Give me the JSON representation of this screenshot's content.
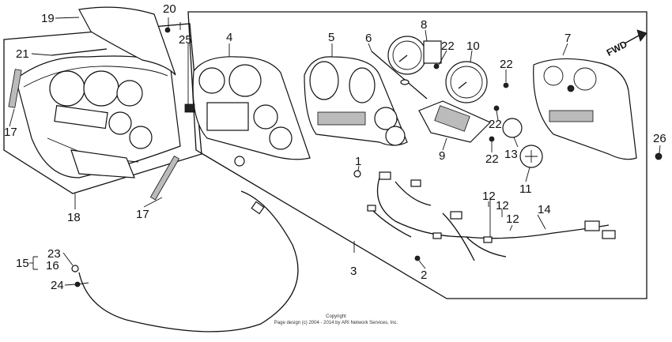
{
  "labels": {
    "l1": "1",
    "l2": "2",
    "l3": "3",
    "l4": "4",
    "l5": "5",
    "l6": "6",
    "l7": "7",
    "l8": "8",
    "l9": "9",
    "l10": "10",
    "l11": "11",
    "l12a": "12",
    "l12b": "12",
    "l12c": "12",
    "l13": "13",
    "l14": "14",
    "l15": "15",
    "l16": "16",
    "l17a": "17",
    "l17b": "17",
    "l18": "18",
    "l19": "19",
    "l20": "20",
    "l21": "21",
    "l22a": "22",
    "l22b": "22",
    "l22c": "22",
    "l22d": "22",
    "l23": "23",
    "l24": "24",
    "l25": "25",
    "l26": "26"
  },
  "direction_marker": "FWD",
  "copyright": {
    "line1": "Copyright",
    "line2": "Page design (c) 2004 - 2014 by ARI Network Services, Inc."
  }
}
